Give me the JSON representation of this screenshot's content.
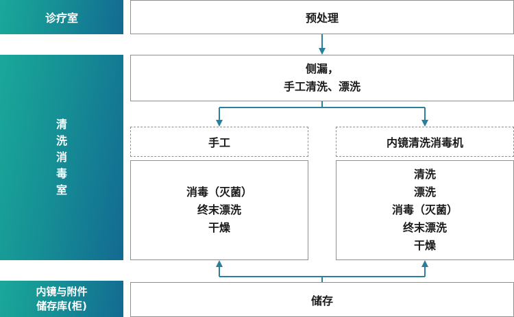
{
  "rooms": {
    "clinic": "诊疗室",
    "cleaning": [
      "清",
      "洗",
      "消",
      "毒",
      "室"
    ],
    "storage": [
      "内镜与附件",
      "储存库(柜)"
    ]
  },
  "steps": {
    "preprocess": "预处理",
    "leak_test": [
      "侧漏，",
      "手工清洗、漂洗"
    ],
    "manual_header": "手工",
    "machine_header": "内镜清洗消毒机",
    "manual_steps": [
      "消毒（灭菌）",
      "终末漂洗",
      "干燥"
    ],
    "machine_steps": [
      "清洗",
      "漂洗",
      "消毒（灭菌）",
      "终末漂洗",
      "干燥"
    ],
    "storage": "储存"
  },
  "colors": {
    "room_gradient_start": "#1aa89a",
    "room_gradient_end": "#136a92",
    "arrow": "#2a7f9a"
  }
}
